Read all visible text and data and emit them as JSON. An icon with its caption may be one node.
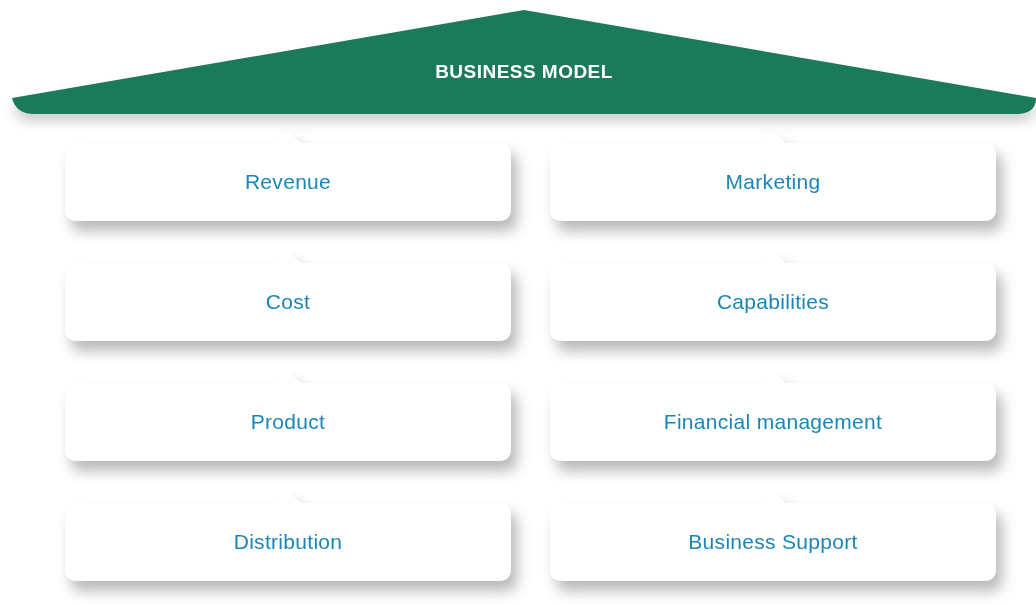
{
  "diagram": {
    "nodes": [
      {
        "text": [
          "BUSINESS MODEL"
        ]
      },
      {
        "text": [
          "Revenue"
        ]
      },
      {
        "text": [
          "Marketing"
        ]
      },
      {
        "text": [
          "Cost"
        ]
      },
      {
        "text": [
          "Capabilities"
        ]
      },
      {
        "text": [
          "Product"
        ]
      },
      {
        "text": [
          "Financial management"
        ]
      },
      {
        "text": [
          "Distribution"
        ]
      },
      {
        "text": [
          "Business Support"
        ]
      }
    ]
  }
}
